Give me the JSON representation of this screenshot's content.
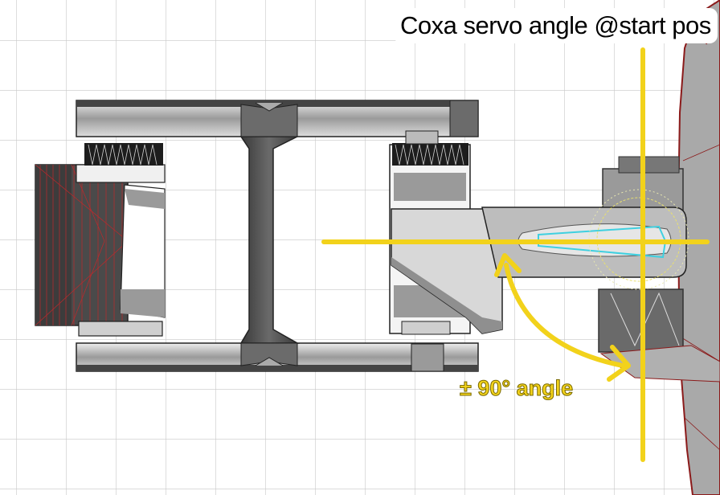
{
  "annotations": {
    "title": "Coxa servo angle @start pos",
    "angle_label": "± 90° angle"
  },
  "colors": {
    "background": "#ffffff",
    "grid": "#c8c8c8",
    "part_dark": "#555555",
    "part_mid": "#7d7d7d",
    "part_light": "#d8d8d8",
    "body_fill": "#a9a9a9",
    "body_edge": "#8b1a1a",
    "annotation": "#f2d21b",
    "highlight": "#3fd0e0"
  },
  "icons": {
    "axis_marker": "crosshair",
    "rotation_marker": "curved-double-arrow"
  }
}
